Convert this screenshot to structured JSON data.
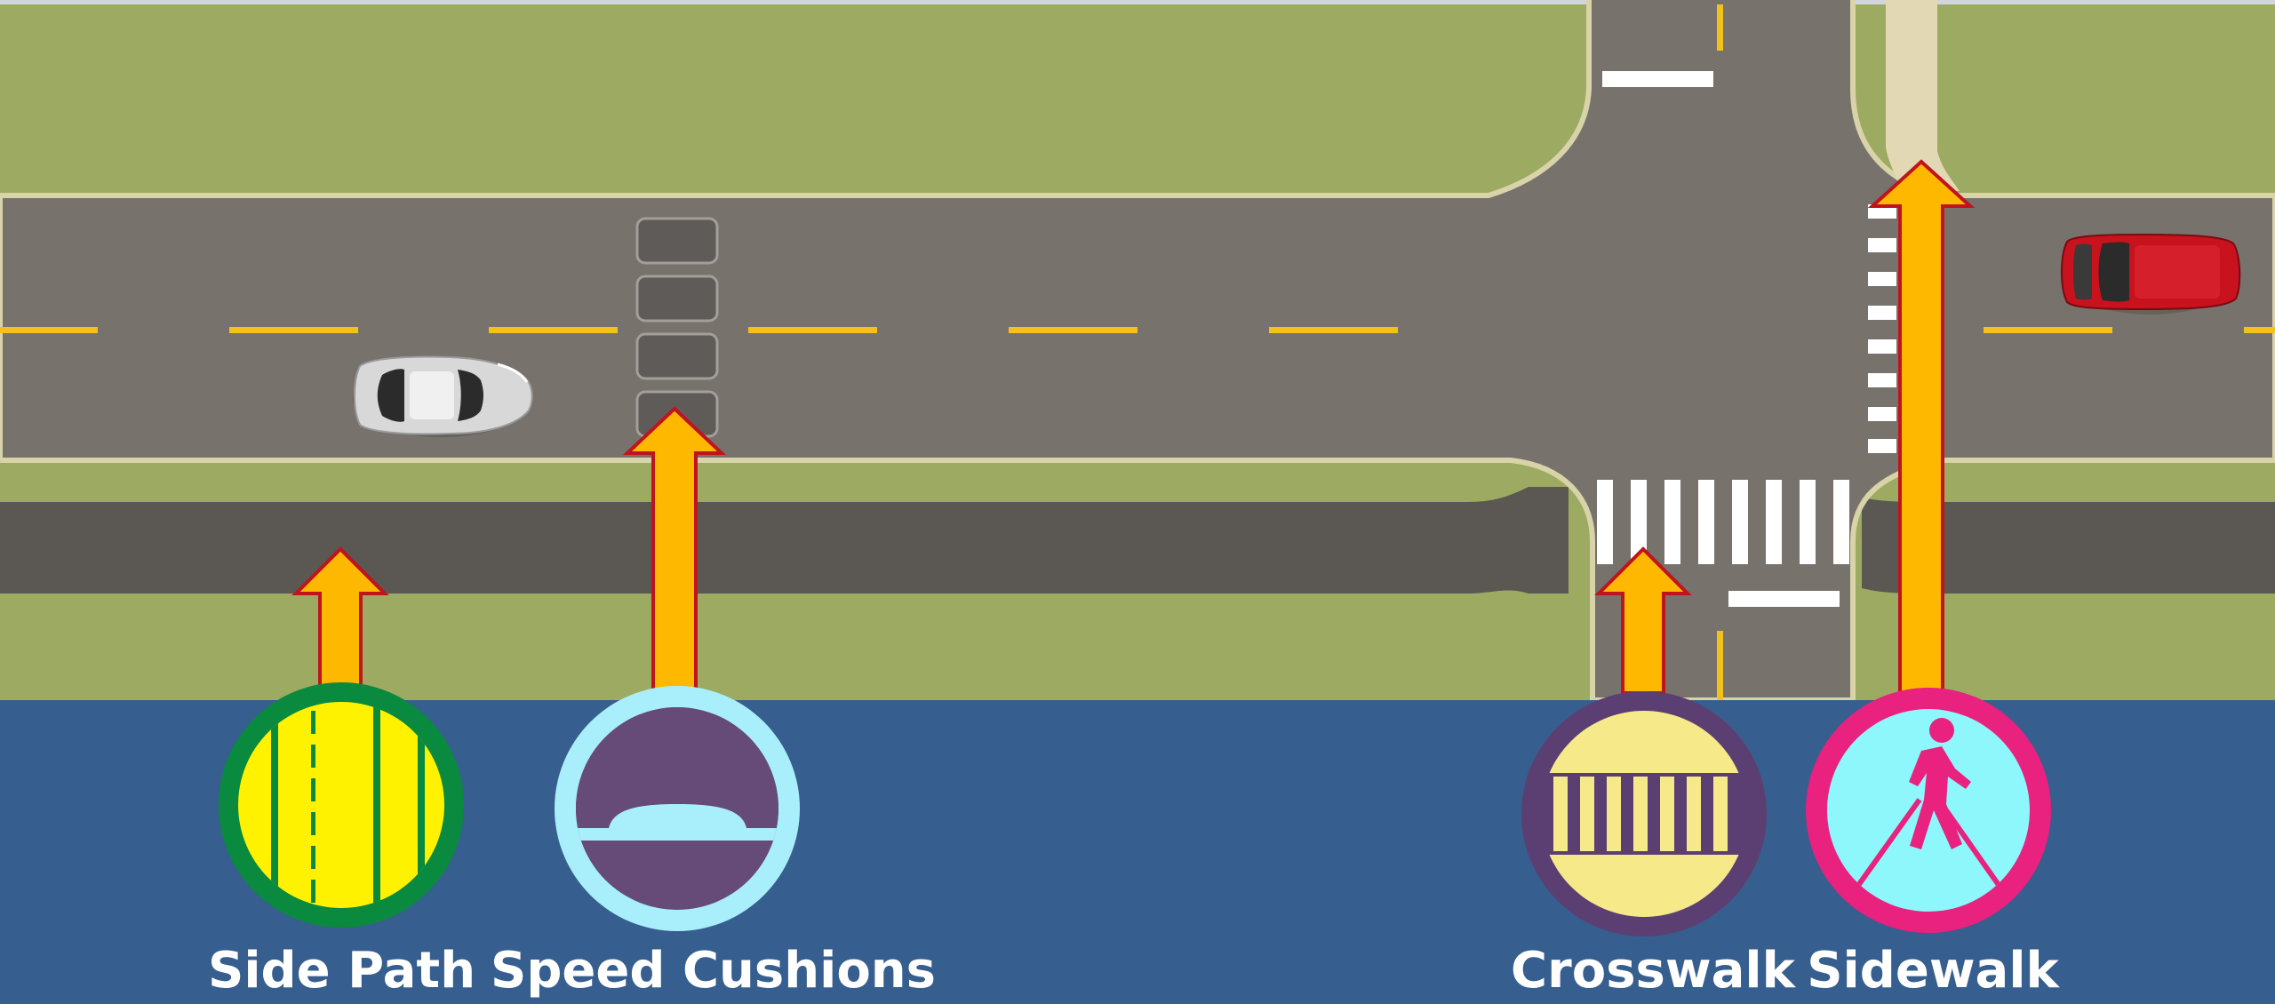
{
  "features": [
    {
      "id": "side-path",
      "label": "Side Path",
      "icon": "side-path-icon"
    },
    {
      "id": "speed-cushions",
      "label": "Speed Cushions",
      "icon": "speed-cushion-icon"
    },
    {
      "id": "crosswalk",
      "label": "Crosswalk",
      "icon": "crosswalk-icon"
    },
    {
      "id": "sidewalk",
      "label": "Sidewalk",
      "icon": "pedestrian-icon"
    }
  ],
  "colors": {
    "grass": "#9DAA61",
    "road": "#77726C",
    "path": "#5B5752",
    "curb": "#D9D3A9",
    "lane_marking": "#F2C21B",
    "background": "#365E8E",
    "arrow_fill": "#FFB800",
    "arrow_outline": "#C0141C",
    "side_path_ring": "#0A8A3E",
    "side_path_fill": "#FFF200",
    "speed_cushion_ring": "#A9EEFB",
    "speed_cushion_fill": "#664A78",
    "crosswalk_ring": "#5C3F72",
    "crosswalk_fill": "#F6E98A",
    "sidewalk_ring": "#E8227E",
    "sidewalk_fill": "#8DF7FB",
    "car_white": "#D8D8D8",
    "car_red": "#C8121E"
  }
}
